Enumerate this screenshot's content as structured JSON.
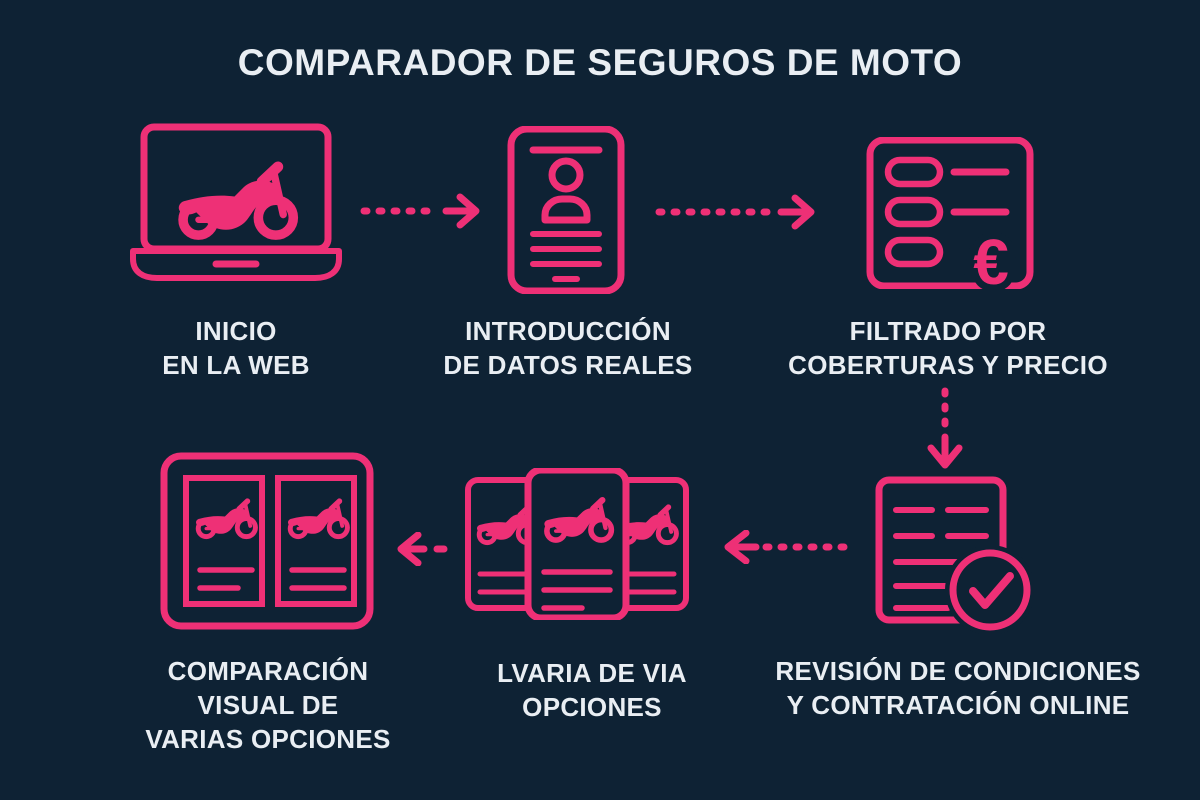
{
  "title": "COMPARADOR DE SEGUROS DE MOTO",
  "currency_symbol": "€",
  "colors": {
    "background": "#0e2234",
    "accent_pink": "#ee3076",
    "text_white": "#e9eef3"
  },
  "steps": [
    {
      "id": "inicio-en-la-web",
      "icon": "laptop-motorcycle-icon",
      "label_lines": [
        "INICIO",
        "EN LA WEB"
      ]
    },
    {
      "id": "introduccion-de-datos-reales",
      "icon": "phone-personal-data-icon",
      "label_lines": [
        "INTRODUCCIÓN",
        "DE DATOS REALES"
      ]
    },
    {
      "id": "filtrado-por-coberturas-y-precio",
      "icon": "filter-list-euro-icon",
      "label_lines": [
        "FILTRADO POR",
        "COBERTURAS Y PRECIO"
      ]
    },
    {
      "id": "revision-y-contratacion",
      "icon": "document-checkmark-icon",
      "label_lines": [
        "REVISIÓN DE CONDICIONES",
        "Y CONTRATACIÓN ONLINE"
      ]
    },
    {
      "id": "varias-opciones",
      "icon": "moto-cards-stack-icon",
      "label_lines": [
        "LVARIA DE VIA",
        "OPCIONES"
      ]
    },
    {
      "id": "comparacion-visual",
      "icon": "comparison-panels-icon",
      "label_lines": [
        "COMPARACIÓN",
        "VISUAL DE",
        "VARIAS OPCIONES"
      ]
    }
  ],
  "connectors": [
    {
      "from": "inicio-en-la-web",
      "to": "introduccion-de-datos-reales",
      "direction": "right",
      "style": "dotted"
    },
    {
      "from": "introduccion-de-datos-reales",
      "to": "filtrado-por-coberturas-y-precio",
      "direction": "right",
      "style": "dotted"
    },
    {
      "from": "filtrado-por-coberturas-y-precio",
      "to": "revision-y-contratacion",
      "direction": "down",
      "style": "dotted"
    },
    {
      "from": "revision-y-contratacion",
      "to": "varias-opciones",
      "direction": "left",
      "style": "dotted"
    },
    {
      "from": "varias-opciones",
      "to": "comparacion-visual",
      "direction": "left",
      "style": "dotted"
    }
  ]
}
